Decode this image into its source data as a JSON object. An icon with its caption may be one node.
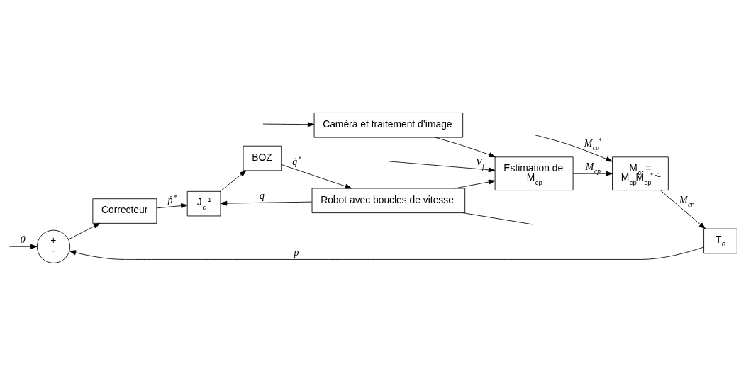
{
  "diagram": {
    "nodes": [
      {
        "text": [
          "+",
          "-"
        ]
      },
      {
        "text": [
          "Correcteur"
        ]
      },
      {
        "text": [
          "J$_{c}$$^{-1}$"
        ]
      },
      {
        "text": [
          "BOZ"
        ]
      },
      {
        "text": [
          "Robot avec boucles de vitesse"
        ]
      },
      {
        "text": [
          "T$_{6}$"
        ]
      },
      {
        "text": [
          "M$_{cr}$ =",
          "M$_{cp}$M$_{cp}$$^{* -1}$"
        ]
      },
      {
        "text": [
          "Estimation de",
          "M$_{cp}$"
        ]
      },
      {
        "text": [
          "Caméra et traitement d’image"
        ]
      }
    ],
    "edges": [
      {
        "from": null,
        "to": 0,
        "arrow": "to",
        "label": "0"
      },
      {
        "from": 0,
        "to": 1,
        "arrow": "to"
      },
      {
        "from": 1,
        "to": 2,
        "arrow": "to",
        "label": "ṗ$^{*}$"
      },
      {
        "from": 2,
        "to": 3,
        "arrow": "to"
      },
      {
        "from": 3,
        "to": 4,
        "arrow": "to",
        "label": "q̇$^{*}$"
      },
      {
        "from": 4,
        "to": null,
        "arrow": "none"
      },
      {
        "from": 4,
        "to": 2,
        "arrow": "to",
        "label": "q"
      },
      {
        "from": 4,
        "to": 7,
        "arrow": "to"
      },
      {
        "from": 5,
        "to": 0,
        "arrow": "to",
        "label": "p"
      },
      {
        "from": 6,
        "to": 5,
        "arrow": "to",
        "label": "M$_{cr}$"
      },
      {
        "from": null,
        "to": 6,
        "arrow": "to",
        "label": "M$_{cp}$$^{*}$"
      },
      {
        "from": 7,
        "to": 6,
        "arrow": "to",
        "label": "M$_{cp}$"
      },
      {
        "from": 8,
        "to": 7,
        "arrow": "to"
      },
      {
        "from": null,
        "to": 8,
        "arrow": "to"
      },
      {
        "from": null,
        "to": 7,
        "arrow": "to",
        "label": "V$_{f}$"
      }
    ]
  }
}
